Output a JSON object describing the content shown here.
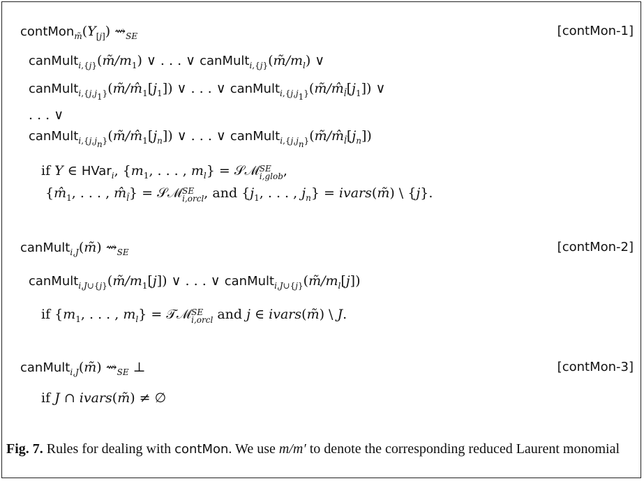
{
  "rules": [
    {
      "tag": "[contMon-1]",
      "head": "contMon_m̃(Y_[j]) ⇝_SE",
      "body": [
        "canMult_{i,{j}}(m̃/m_1) ∨ . . . ∨ canMult_{i,{j}}(m̃/m_l) ∨",
        "canMult_{i,{j,j_1}}(m̃/m̂_1[j_1]) ∨ . . . ∨ canMult_{i,{j,j_1}}(m̃/m̂_l̂[j_1]) ∨",
        ". . . ∨",
        "canMult_{i,{j,j_n}}(m̃/m̂_1[j_n]) ∨ . . . ∨ canMult_{i,{j,j_n}}(m̃/m̂_l̂[j_n])"
      ],
      "condition": [
        "if Y ∈ HVar_i, {m_1, . . . , m_l} = SM^SE_{i,glob},",
        "{m̂_1, . . . , m̂_l̂} = SM^SE_{i,orcl}, and {j_1, . . . , j_n} = ivars(m̃) \\ {j}."
      ]
    },
    {
      "tag": "[contMon-2]",
      "head": "canMult_{i,J}(m̃) ⇝_SE",
      "body": [
        "canMult_{i,J∪{j}}(m̃/m_1[j]) ∨ . . . ∨ canMult_{i,J∪{j}}(m̃/m_l[j])"
      ],
      "condition": [
        "if {m_1, . . . , m_l} = TM^SE_{i,orcl} and j ∈ ivars(m̃) \\ J."
      ]
    },
    {
      "tag": "[contMon-3]",
      "head": "canMult_{i,J}(m̃) ⇝_SE ⊥",
      "body": [],
      "condition": [
        "if J ∩ ivars(m̃) ≠ ∅"
      ]
    }
  ],
  "caption": {
    "label": "Fig. 7.",
    "text_before": " Rules for dealing with ",
    "keyword": "contMon",
    "text_mid": ". We use ",
    "math": "m/m′",
    "text_after": " to denote the corresponding reduced Laurent monomial"
  }
}
